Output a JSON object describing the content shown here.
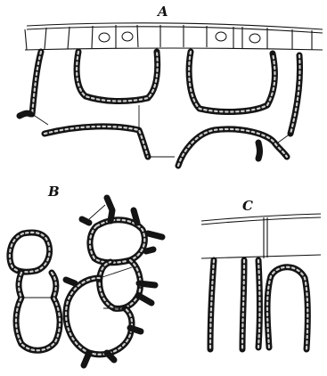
{
  "panels": [
    {
      "key": "A",
      "label": "A"
    },
    {
      "key": "B",
      "label": "B"
    },
    {
      "key": "C",
      "label": "C"
    }
  ]
}
